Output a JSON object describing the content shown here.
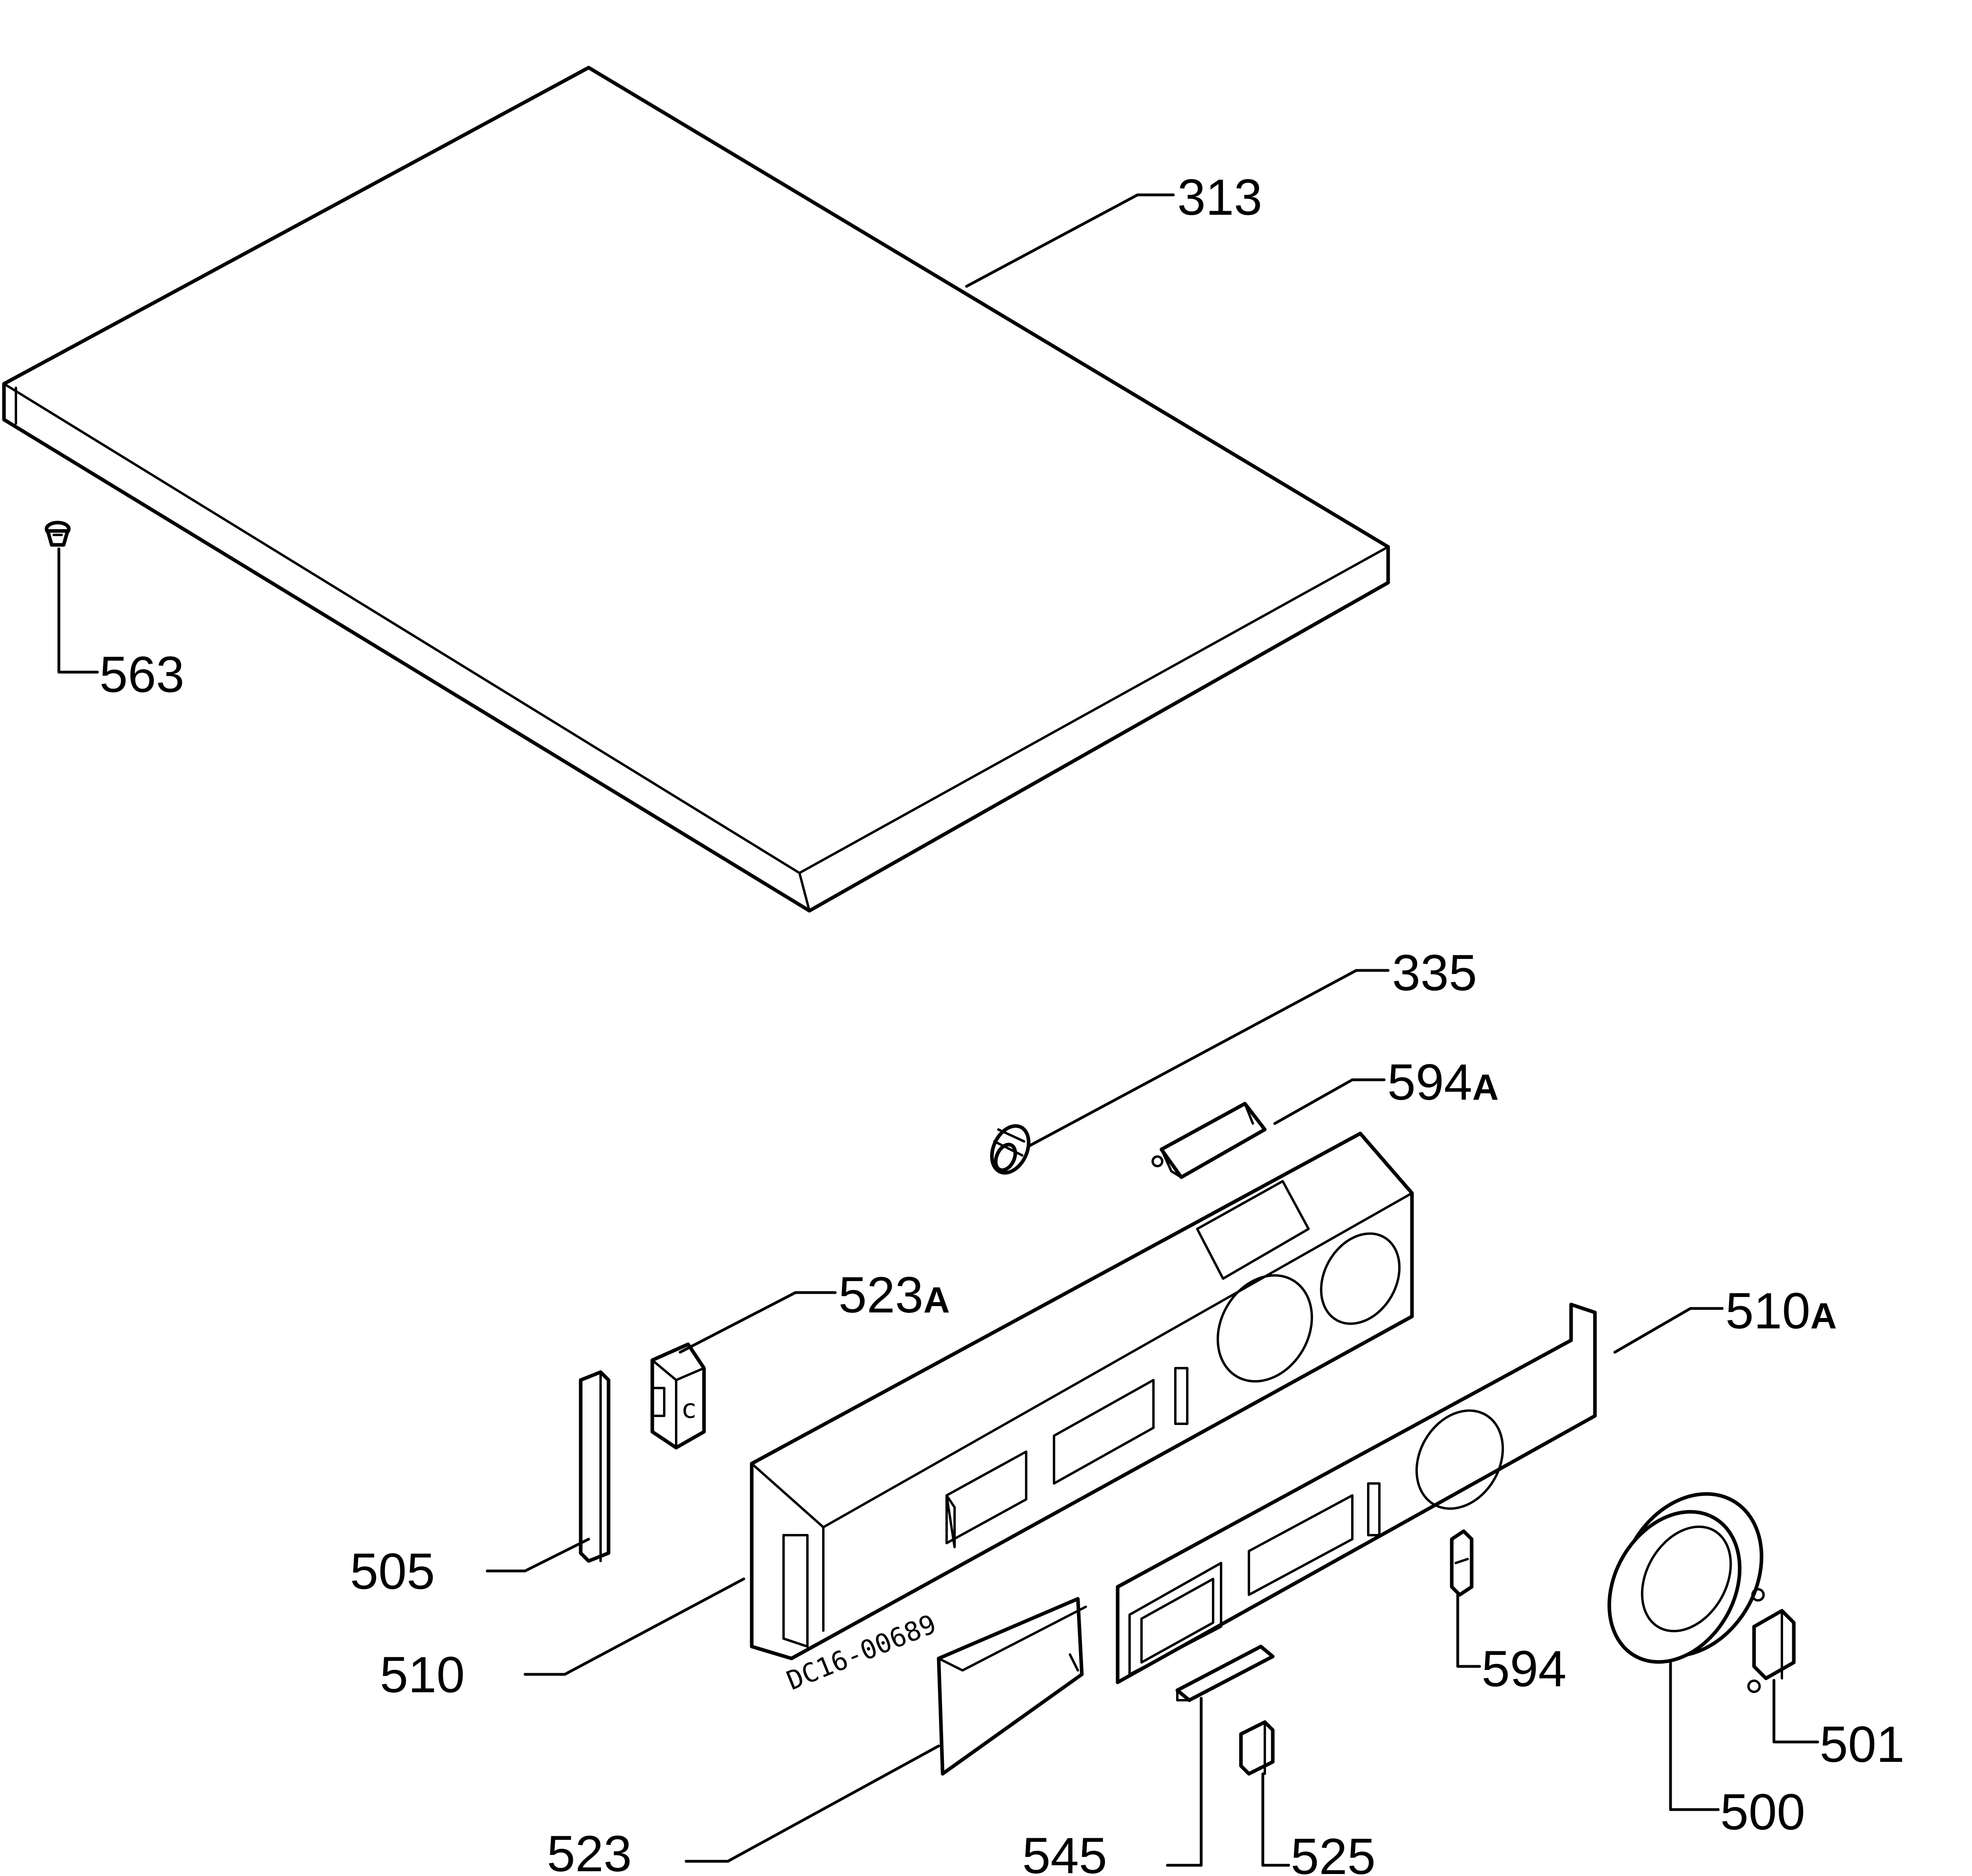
{
  "diagram": {
    "part_code": "DC16-00689",
    "callouts": [
      {
        "id": "313",
        "text": "313"
      },
      {
        "id": "563",
        "text": "563"
      },
      {
        "id": "335",
        "text": "335"
      },
      {
        "id": "594A",
        "text": "594",
        "suffix": "A"
      },
      {
        "id": "523A",
        "text": "523",
        "suffix": "A"
      },
      {
        "id": "510A",
        "text": "510",
        "suffix": "A"
      },
      {
        "id": "505",
        "text": "505"
      },
      {
        "id": "510",
        "text": "510"
      },
      {
        "id": "594",
        "text": "594"
      },
      {
        "id": "501",
        "text": "501"
      },
      {
        "id": "500",
        "text": "500"
      },
      {
        "id": "523",
        "text": "523"
      },
      {
        "id": "545",
        "text": "545"
      },
      {
        "id": "525",
        "text": "525"
      }
    ]
  }
}
